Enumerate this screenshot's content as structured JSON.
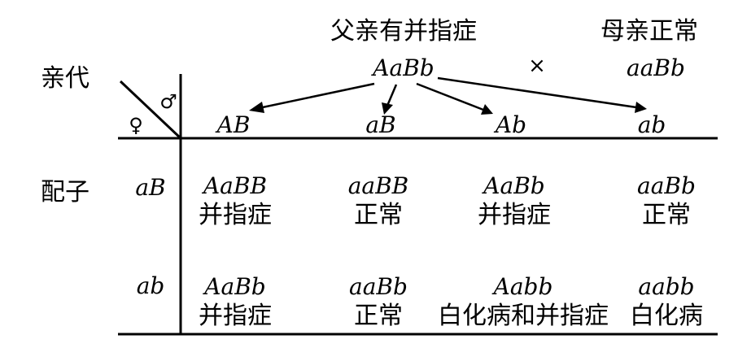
{
  "header": {
    "father_label": "父亲有并指症",
    "mother_label": "母亲正常",
    "parent_row_label": "亲代",
    "father_genotype": "AaBb",
    "cross_symbol": "×",
    "mother_genotype": "aaBb",
    "male_symbol": "♂",
    "female_symbol": "♀"
  },
  "gamete_label": "配子",
  "male_gametes": [
    "AB",
    "aB",
    "Ab",
    "ab"
  ],
  "female_gametes": [
    "aB",
    "ab"
  ],
  "offspring": [
    [
      {
        "genotype": "AaBB",
        "phenotype": "并指症"
      },
      {
        "genotype": "aaBB",
        "phenotype": "正常"
      },
      {
        "genotype": "AaBb",
        "phenotype": "并指症"
      },
      {
        "genotype": "aaBb",
        "phenotype": "正常"
      }
    ],
    [
      {
        "genotype": "AaBb",
        "phenotype": "并指症"
      },
      {
        "genotype": "aaBb",
        "phenotype": "正常"
      },
      {
        "genotype": "Aabb",
        "phenotype": "白化病和并指症"
      },
      {
        "genotype": "aabb",
        "phenotype": "白化病"
      }
    ]
  ]
}
